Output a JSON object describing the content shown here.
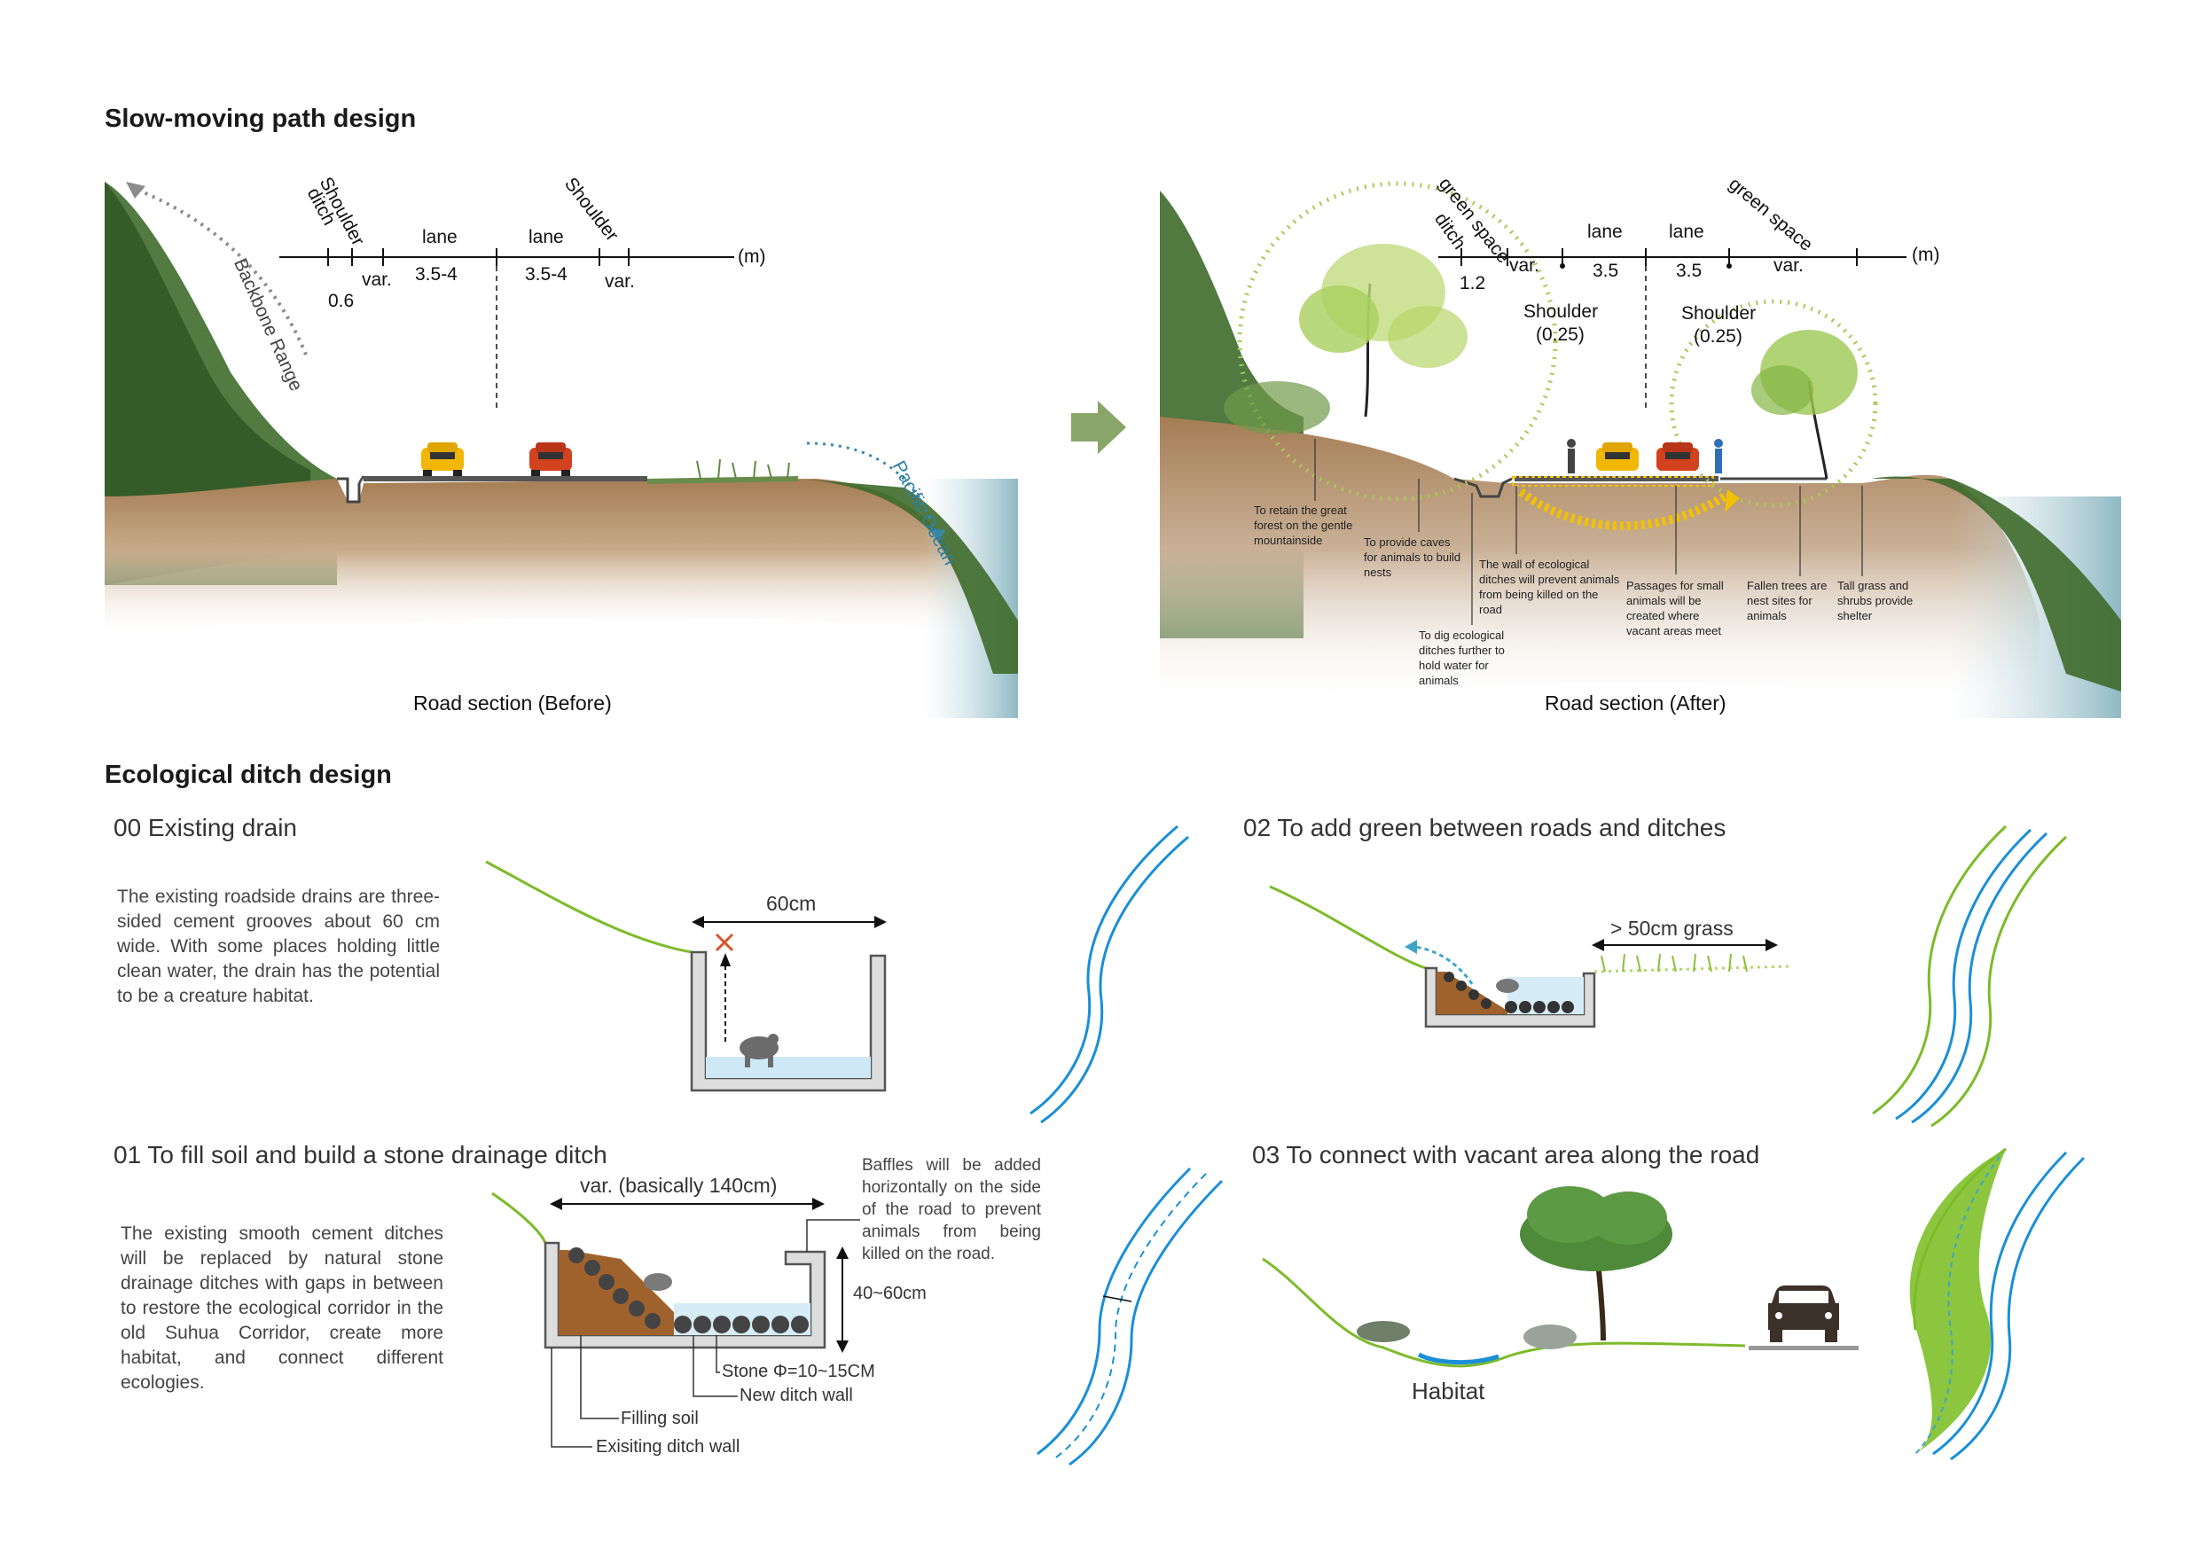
{
  "sections": {
    "path_title": "Slow-moving path design",
    "ditch_title": "Ecological ditch design"
  },
  "before": {
    "caption": "Road section (Before)",
    "unit": "(m)",
    "labels": {
      "ditch": "ditch",
      "shoulder_left": "Shoulder",
      "shoulder_right": "Shoulder",
      "lane_1": "lane",
      "lane_2": "lane"
    },
    "values": {
      "ditch": "0.6",
      "shoulder_left": "var.",
      "lane_1": "3.5-4",
      "lane_2": "3.5-4",
      "shoulder_right": "var."
    },
    "range_left": "Backbone Range",
    "range_right": "Pacific Ocean"
  },
  "after": {
    "caption": "Road section (After)",
    "unit": "(m)",
    "labels": {
      "green_left": "green space",
      "ditch": "ditch",
      "lane_1": "lane",
      "lane_2": "lane",
      "green_right": "green space",
      "shoulder_1": "Shoulder",
      "shoulder_1_val": "(0.25)",
      "shoulder_2": "Shoulder",
      "shoulder_2_val": "(0.25)"
    },
    "values": {
      "ditch": "1.2",
      "green_left": "var.",
      "lane_1": "3.5",
      "lane_2": "3.5",
      "green_right": "var."
    },
    "annotations": [
      "To retain the great forest on the gentle mountainside",
      "To provide caves for animals to build nests",
      "To dig ecological ditches further to hold water for animals",
      "The wall of ecological ditches will prevent animals from being killed on the road",
      "Passages for small animals will be created where vacant areas meet",
      "Fallen trees are nest sites for animals",
      "Tall grass and shrubs provide shelter"
    ]
  },
  "steps": {
    "s00": {
      "title": "00 Existing drain",
      "text": "The existing roadside drains are three-sided cement grooves about 60 cm wide. With some places holding little clean water, the drain has the potential to be a creature habitat.",
      "width_label": "60cm"
    },
    "s01": {
      "title": "01 To fill soil and build a stone drainage ditch",
      "text": "The existing smooth cement ditches will be replaced by natural stone drainage ditches with gaps in between to restore the ecological corridor in the old Suhua Corridor, create more habitat, and connect different ecologies.",
      "width_label": "var. (basically 140cm)",
      "height_label": "40~60cm",
      "baffle_note": "Baffles will be added horizontally on the side of the road to prevent animals from being killed on the road.",
      "legend": [
        "Stone Φ=10~15CM",
        "New ditch wall",
        "Filling soil",
        "Exisiting ditch wall"
      ]
    },
    "s02": {
      "title": "02 To add green between roads and ditches",
      "grass_label": "> 50cm grass"
    },
    "s03": {
      "title": "03 To connect with vacant area along the road",
      "habitat_label": "Habitat"
    }
  },
  "colors": {
    "green_line": "#7dbb2a",
    "water_blue": "#1a8fd6",
    "soil": "#9a6a3a",
    "arrow_green": "#8aa56a",
    "highlight_yellow": "#f2c200"
  }
}
